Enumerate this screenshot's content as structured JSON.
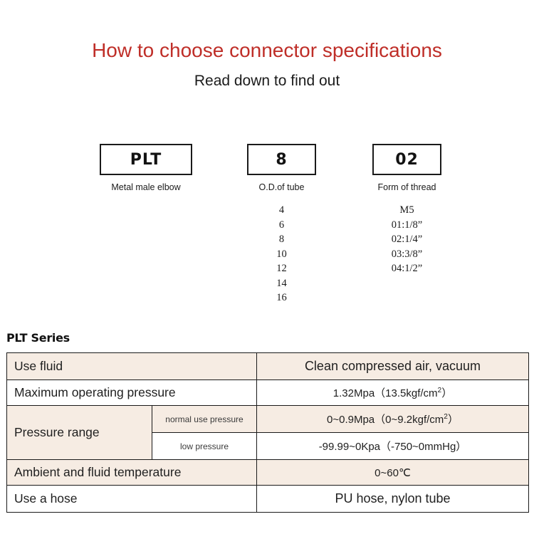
{
  "header": {
    "title": "How to choose connector specifications",
    "subtitle": "Read down to find out",
    "title_color": "#bf2e28"
  },
  "code_diagram": {
    "segments": [
      {
        "code": "PLT",
        "caption": "Metal male elbow",
        "options": ""
      },
      {
        "code": "8",
        "caption": "O.D.of tube",
        "options": "4\n6\n8\n10\n12\n14\n16"
      },
      {
        "code": "02",
        "caption": "Form of thread",
        "options": "M5\n01:1/8”\n02:1/4”\n03:3/8”\n04:1/2”"
      }
    ]
  },
  "spec": {
    "series_label": "PLT Series",
    "shade_color": "#f6ece3",
    "rows": [
      {
        "label": "Use fluid",
        "sub": "",
        "value": "Clean compressed air, vacuum"
      },
      {
        "label": "Maximum operating pressure",
        "sub": "",
        "value": "1.32Mpa（13.5kgf/cm"
      },
      {
        "label": "Pressure range",
        "sub": "normal use pressure",
        "value": "0~0.9Mpa（0~9.2kgf/cm"
      },
      {
        "label": "",
        "sub": "low pressure",
        "value": "-99.99~0Kpa（-750~0mmHg）"
      },
      {
        "label": "Ambient and fluid temperature",
        "sub": "",
        "value": "0~60℃"
      },
      {
        "label": "Use a hose",
        "sub": "",
        "value": "PU hose, nylon tube"
      }
    ],
    "value_suffix_max": "）",
    "value_suffix_normal": "）",
    "superscript": "2"
  }
}
